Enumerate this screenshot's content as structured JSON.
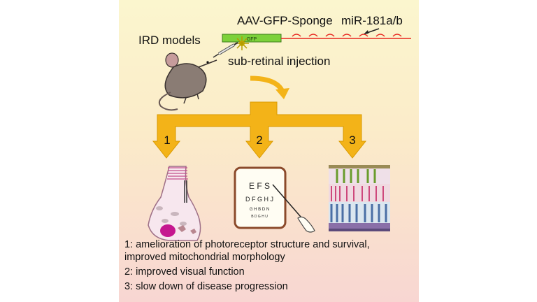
{
  "title_construct": "AAV-GFP-Sponge",
  "target_mirna": "miR-181a/b",
  "gfp_label": "GFP",
  "models_label": "IRD models",
  "injection_label": "sub-retinal injection",
  "branch_numbers": [
    "1",
    "2",
    "3"
  ],
  "eye_chart_rows": [
    "E F S",
    "D F G H J",
    "G H B D N",
    "B D G H U"
  ],
  "outcomes": [
    "1: amelioration of photoreceptor structure and survival,",
    "improved mitochondrial morphology",
    "2: improved visual function",
    "3: slow down of disease progression"
  ],
  "colors": {
    "arrow": "#f3b318",
    "arrow_stroke": "#d99a00",
    "gfp_box": "#7dd13a",
    "sponge_line": "#e8261f",
    "chart_border": "#8b4a2b"
  }
}
